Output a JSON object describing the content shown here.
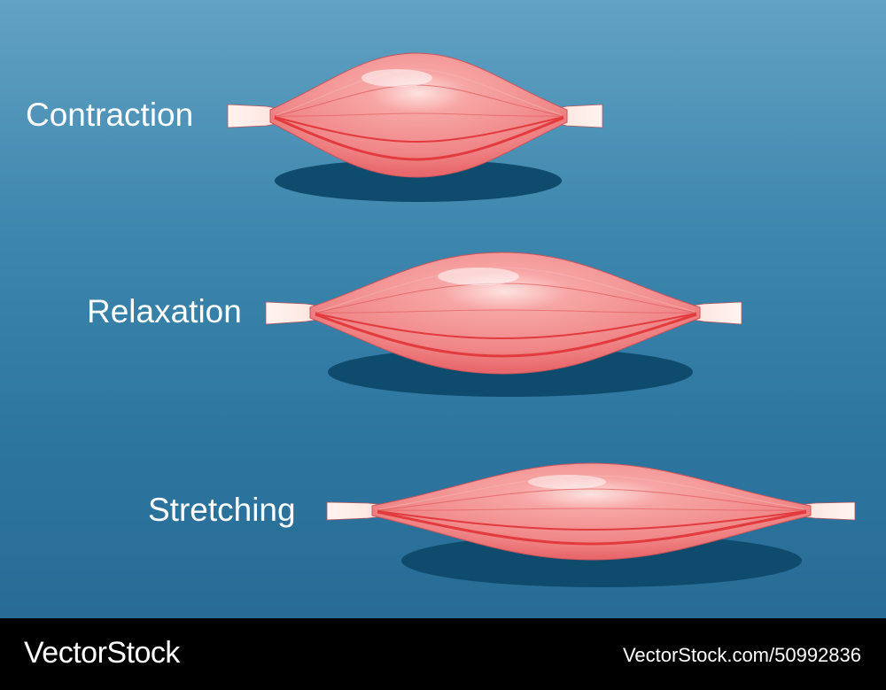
{
  "muscles": [
    {
      "label": "Contraction"
    },
    {
      "label": "Relaxation"
    },
    {
      "label": "Stretching"
    }
  ],
  "footer": {
    "brand": "VectorStock",
    "image_id": "VectorStock.com/50992836"
  },
  "colors": {
    "muscle": "#f28f90",
    "muscle_dark": "#e23b3e",
    "tendon": "#fde9e4",
    "shadow": "#0f4b6c"
  }
}
